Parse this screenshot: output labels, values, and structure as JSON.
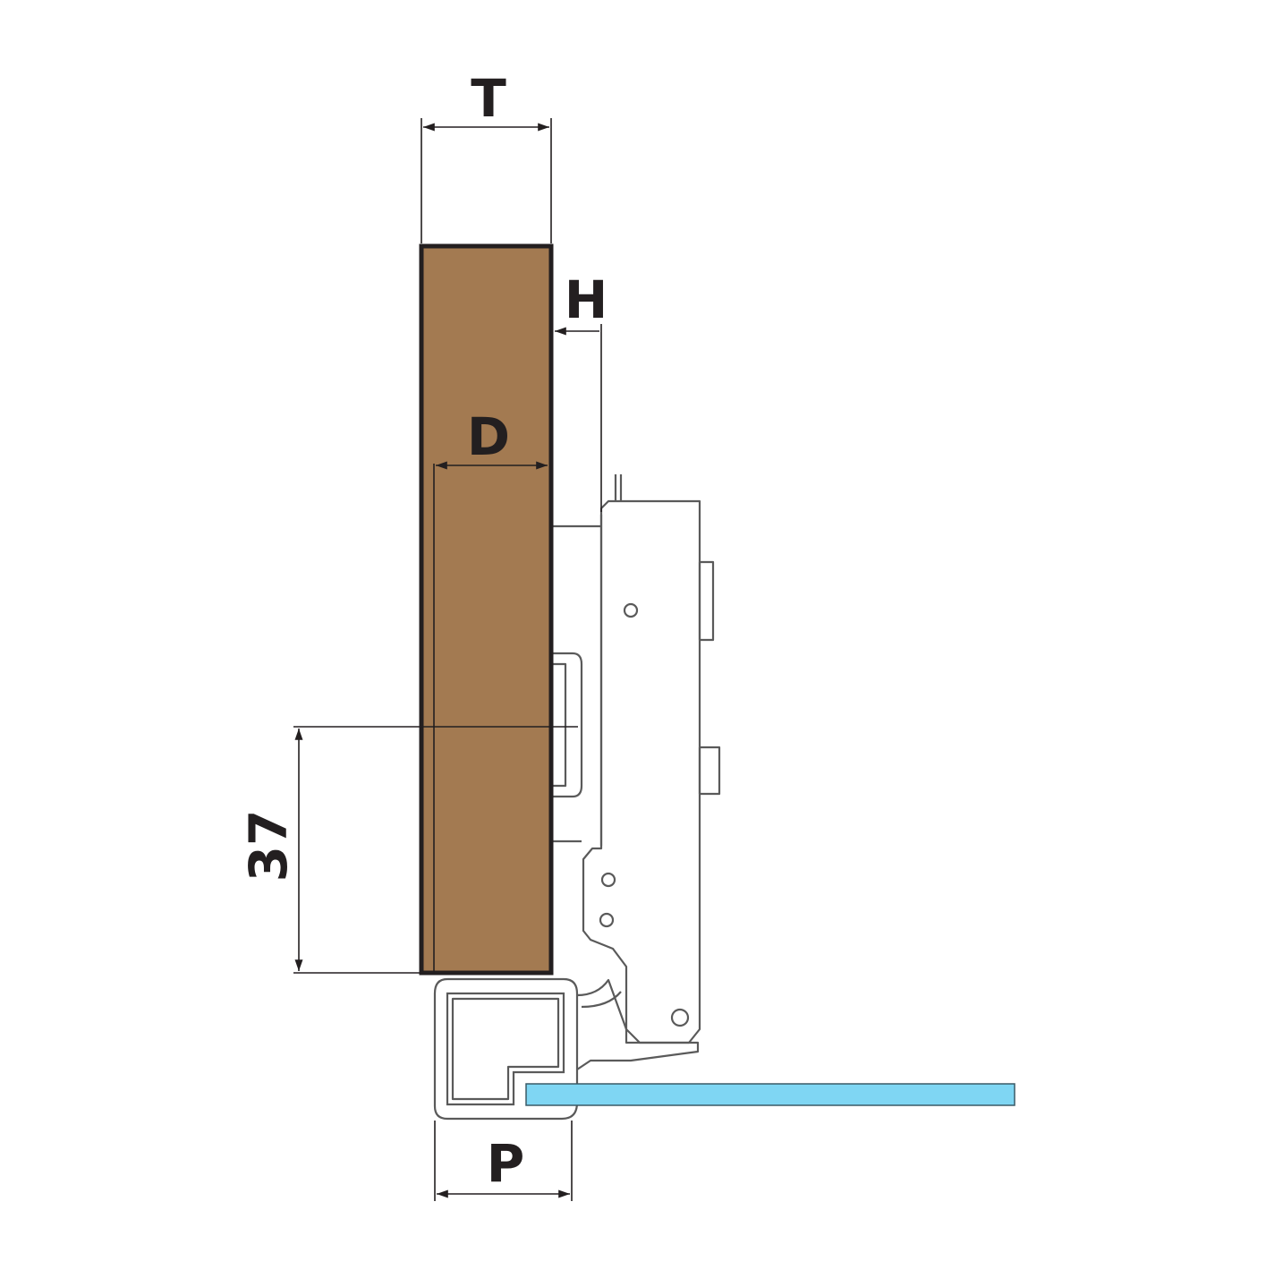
{
  "labels": {
    "thickness": "T",
    "overlay": "H",
    "cup_depth": "D",
    "cup_offset": "37",
    "profile_width": "P"
  },
  "colors": {
    "wood": "#a37a51",
    "wood_outline": "#231f20",
    "glass": "#7fd6f3",
    "glass_outline": "#3a5a66",
    "hinge_line": "#5a5a5a",
    "dimension_line": "#231f20"
  }
}
